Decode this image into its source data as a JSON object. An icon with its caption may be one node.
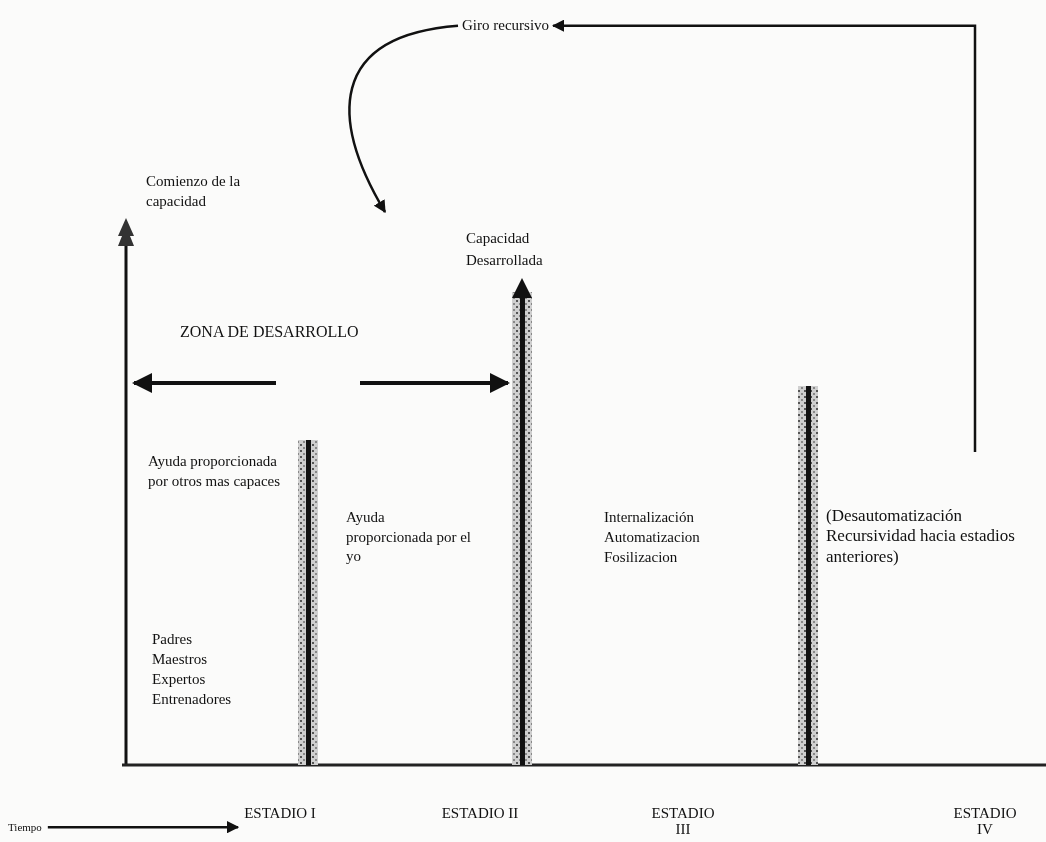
{
  "diagram": {
    "nodes": [
      {
        "text": [
          "Giro recursivo"
        ]
      },
      {
        "text": [
          "Tiempo"
        ]
      },
      {
        "text": [
          "ESTADIO I"
        ]
      }
    ],
    "edges": [
      {
        "from": null,
        "to": 0,
        "arrow": "to"
      },
      {
        "from": 0,
        "to": null,
        "arrow": "to"
      },
      {
        "from": 1,
        "to": 2,
        "arrow": "to"
      }
    ],
    "labels": [
      "Comienzo de la capacidad",
      "Capacidad Desarrollada",
      "ZONA DE DESARROLLO",
      "Ayuda proporcionada por otros mas capaces",
      "Ayuda proporcionada por el yo",
      "Internalización",
      "Automatizacion",
      "Fosilizacion",
      "(Desautomatización Recursividad hacia estadios anteriores)",
      "Padres",
      "Maestros",
      "Expertos",
      "Entrenadores",
      "ESTADIO II",
      "ESTADIO III",
      "ESTADIO IV"
    ]
  }
}
